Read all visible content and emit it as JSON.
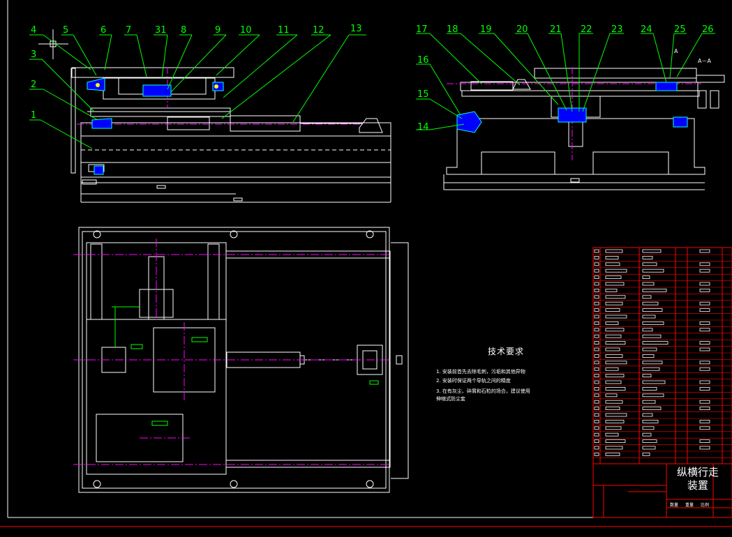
{
  "drawing": {
    "title_line1": "纵横行走",
    "title_line2": "装置",
    "notes_title": "技术要求",
    "notes": [
      "1. 安装前首先去除毛刺，污垢和其他异物",
      "2. 安装时保证两个导轨之间的精度",
      "3. 在有灰尘、碎屑和石粒的场合，建议使用",
      "   伸缩式防尘套"
    ],
    "section_label": "A－A",
    "view_label": "A",
    "front_balloons": [
      "4",
      "5",
      "6",
      "7",
      "31",
      "8",
      "9",
      "10",
      "11",
      "12",
      "13"
    ],
    "front_left_balloons": [
      "3",
      "2",
      "1"
    ],
    "side_balloons": [
      "17",
      "18",
      "19",
      "20",
      "21",
      "22",
      "23",
      "24",
      "25",
      "26"
    ],
    "side_left_balloons": [
      "16",
      "15",
      "14"
    ],
    "block_headers": [
      "数量",
      "重量",
      "比例"
    ]
  },
  "colors": {
    "line": "#ffffff",
    "leader": "#00ff00",
    "center": "#ff00ff",
    "grid": "#ff0000",
    "hatch": "#00ffff",
    "fill": "#0000ff"
  }
}
